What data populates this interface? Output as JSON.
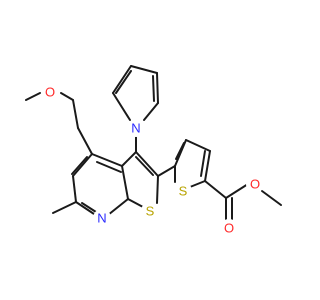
{
  "atoms": {
    "o_methoxy": "O",
    "n_pyrrole": "N",
    "n_pyridine": "N",
    "s_thieno": "S",
    "s_thiophene": "S",
    "o_carbonyl": "O",
    "o_ester": "O"
  },
  "colors": {
    "bond": "#1a1a1a",
    "oxygen": "#ff2a2a",
    "nitrogen": "#2a2aff",
    "sulfur": "#b8a300"
  }
}
